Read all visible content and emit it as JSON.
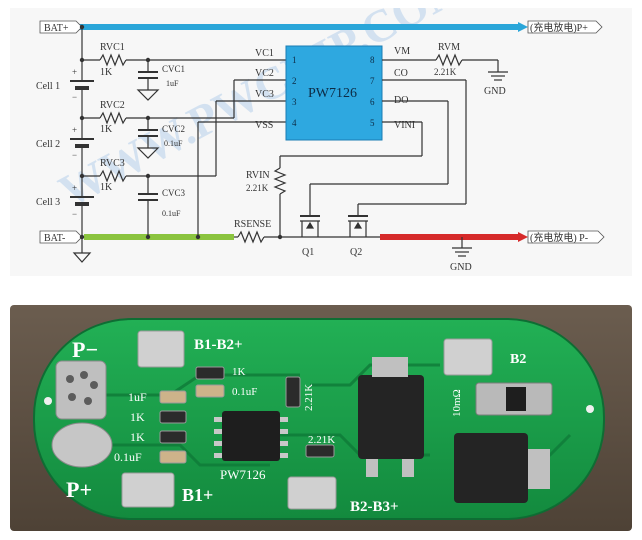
{
  "schematic": {
    "net_bat_plus": "BAT+",
    "net_bat_minus": "BAT-",
    "output_p_plus": "(充电放电)P+",
    "output_p_minus": "(充电放电) P-",
    "cells": [
      "Cell 1",
      "Cell 2",
      "Cell 3"
    ],
    "plus_sign": "+",
    "minus_sign": "−",
    "resistors": {
      "rvc1": "RVC1",
      "rvc1_val": "1K",
      "rvc2": "RVC2",
      "rvc2_val": "1K",
      "rvc3": "RVC3",
      "rvc3_val": "1K",
      "rvm": "RVM",
      "rvm_val": "2.21K",
      "rvin": "RVIN",
      "rvin_val": "2.21K",
      "rsense": "RSENSE"
    },
    "capacitors": {
      "cvc1": "CVC1",
      "cvc1_val": "1uF",
      "cvc2": "CVC2",
      "cvc2_val": "0.1uF",
      "cvc3": "CVC3",
      "cvc3_val": "0.1uF"
    },
    "ic": {
      "name": "PW7126",
      "left_pins": [
        {
          "label": "VC1",
          "num": "1"
        },
        {
          "label": "VC2",
          "num": "2"
        },
        {
          "label": "VC3",
          "num": "3"
        },
        {
          "label": "VSS",
          "num": "4"
        }
      ],
      "right_pins": [
        {
          "label": "VM",
          "num": "8"
        },
        {
          "label": "CO",
          "num": "7"
        },
        {
          "label": "DO",
          "num": "6"
        },
        {
          "label": "VINI",
          "num": "5"
        }
      ]
    },
    "mosfets": [
      "Q1",
      "Q2"
    ],
    "gnd1": "GND",
    "gnd2": "GND",
    "watermark": "WWW.PWCHIP.COM",
    "colors": {
      "wire": "#333333",
      "bat_plus_rail": "#2aa6d9",
      "bat_minus_rail": "#8bc43f",
      "p_minus_rail": "#d62a2a",
      "ic_fill": "#2ea8e0"
    }
  },
  "photo": {
    "labels": {
      "p_minus": "P−",
      "p_plus": "P+",
      "b1_b2": "B1-B2+",
      "b1_plus": "B1+",
      "b2_b3": "B2-B3+",
      "b2": "B2",
      "chip": "PW7126",
      "r_1k_top": "1K",
      "c_01uf_top": "0.1uF",
      "c_1uf": "1uF",
      "r_1k_a": "1K",
      "r_1k_b": "1K",
      "c_01uf_b": "0.1uF",
      "r_221k_a": "2.21K",
      "r_221k_b": "2.21K",
      "r_10m": "10mΩ"
    },
    "colors": {
      "board": "#1a9a4a",
      "board_dark": "#0e6d33",
      "silk": "#ffffff",
      "pad": "#c8c8c8"
    }
  }
}
